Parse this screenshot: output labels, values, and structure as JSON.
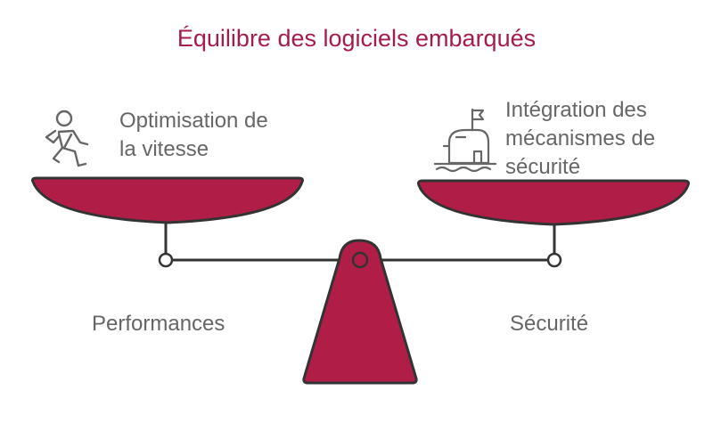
{
  "title": "Équilibre des logiciels embarqués",
  "left": {
    "text_lines": [
      "Optimisation de",
      "la vitesse"
    ],
    "icon": "running-person-icon",
    "label": "Performances"
  },
  "right": {
    "text_lines": [
      "Intégration des",
      "mécanismes de",
      "sécurité"
    ],
    "icon": "castle-flag-icon",
    "label": "Sécurité"
  },
  "colors": {
    "accent": "#a51c4a",
    "pan_fill": "#b01e48",
    "outline": "#333333",
    "text": "#666666",
    "icon": "#666666"
  }
}
